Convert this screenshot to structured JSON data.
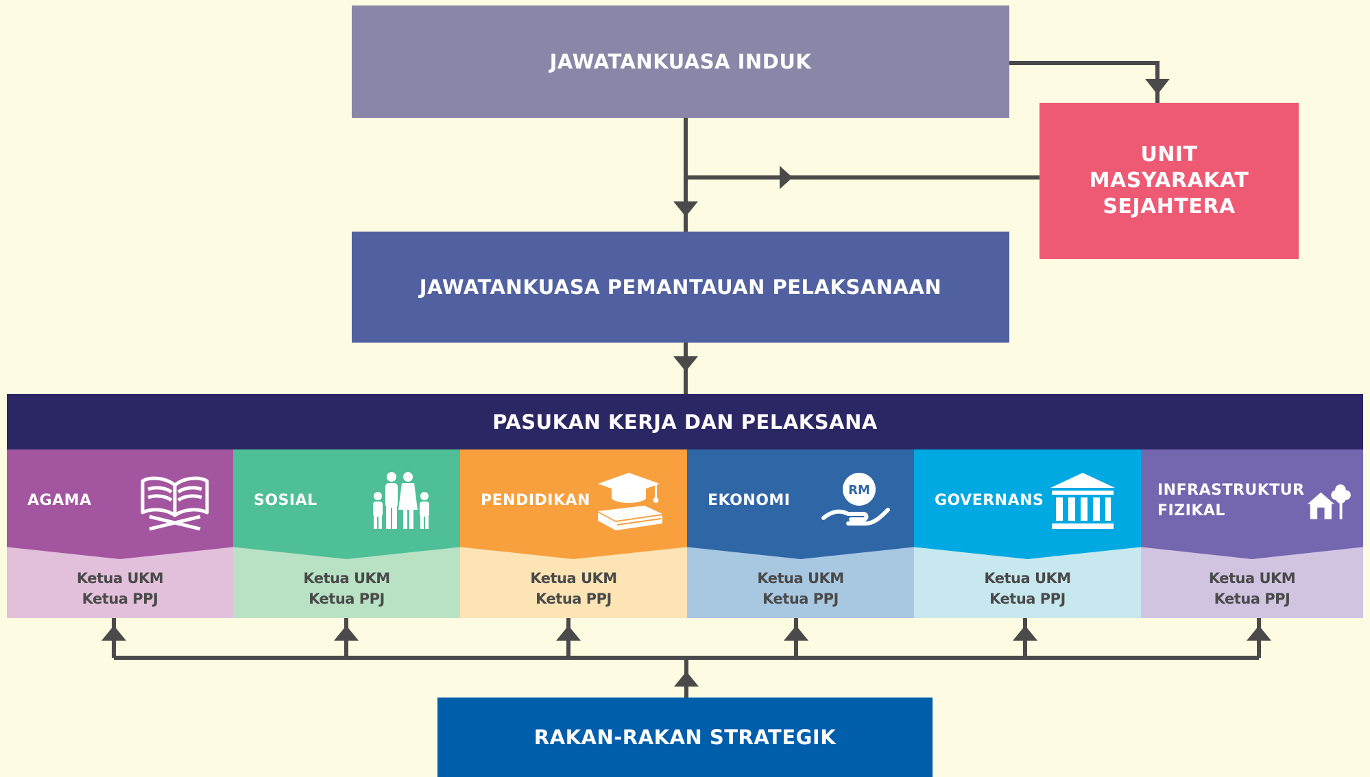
{
  "top_committee": "JAWATANKUASA INDUK",
  "unit": {
    "line1": "UNIT",
    "line2": "MASYARAKAT",
    "line3": "SEJAHTERA"
  },
  "monitoring_committee": "JAWATANKUASA PEMANTAUAN PELAKSANAAN",
  "task_force": "PASUKAN KERJA DAN PELAKSANA",
  "partners": "RAKAN-RAKAN STRATEGIK",
  "sectors": [
    {
      "label": "AGAMA",
      "line1": "Ketua UKM",
      "line2": "Ketua PPJ",
      "head_color": "#a3569f",
      "body_color": "#e2c0db",
      "icon": "quran-book-icon"
    },
    {
      "label": "SOSIAL",
      "line1": "Ketua UKM",
      "line2": "Ketua PPJ",
      "head_color": "#4fbf98",
      "body_color": "#b9e2c5",
      "icon": "family-icon"
    },
    {
      "label": "PENDIDIKAN",
      "line1": "Ketua UKM",
      "line2": "Ketua PPJ",
      "head_color": "#f8a03e",
      "body_color": "#fde4b5",
      "icon": "graduation-cap-book-icon"
    },
    {
      "label": "EKONOMI",
      "line1": "Ketua UKM",
      "line2": "Ketua PPJ",
      "head_color": "#2f66a6",
      "body_color": "#a8c8e2",
      "icon": "hand-money-icon",
      "icon_text": "RM"
    },
    {
      "label": "GOVERNANS",
      "line1": "Ketua UKM",
      "line2": "Ketua PPJ",
      "head_color": "#00a9e2",
      "body_color": "#c7e8ee",
      "icon": "government-building-icon"
    },
    {
      "label_line1": "INFRASTRUKTUR",
      "label_line2": "FIZIKAL",
      "line1": "Ketua UKM",
      "line2": "Ketua PPJ",
      "head_color": "#7566b0",
      "body_color": "#d1c4e1",
      "icon": "house-tree-icon"
    }
  ],
  "colors": {
    "background": "#fdfbe1",
    "top_committee": "#8a86a8",
    "unit": "#ee5a74",
    "monitoring_committee": "#5060a0",
    "task_force": "#2b2664",
    "partners": "#005eab",
    "connector": "#4a4a4a"
  }
}
